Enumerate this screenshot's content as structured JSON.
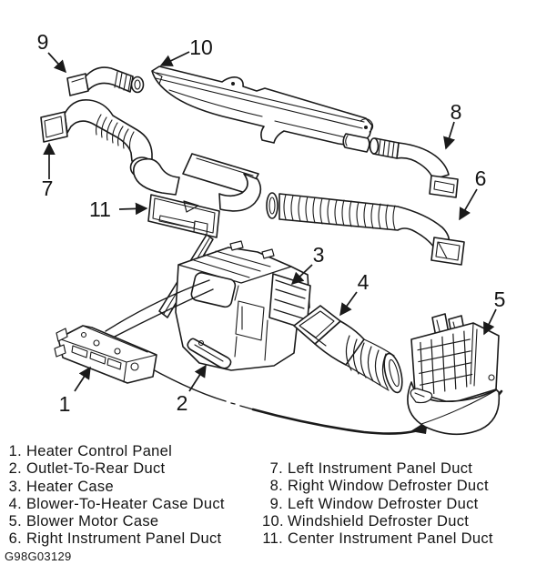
{
  "figure_code": "G98G03129",
  "diagram": {
    "callouts": {
      "c1": "1",
      "c2": "2",
      "c3": "3",
      "c4": "4",
      "c5": "5",
      "c6": "6",
      "c7": "7",
      "c8": "8",
      "c9": "9",
      "c10": "10",
      "c11": "11"
    }
  },
  "legend": {
    "left": [
      {
        "num": "1.",
        "text": "Heater Control Panel"
      },
      {
        "num": "2.",
        "text": "Outlet-To-Rear Duct"
      },
      {
        "num": "3.",
        "text": "Heater Case"
      },
      {
        "num": "4.",
        "text": "Blower-To-Heater Case Duct"
      },
      {
        "num": "5.",
        "text": "Blower Motor Case"
      },
      {
        "num": "6.",
        "text": "Right Instrument Panel Duct"
      }
    ],
    "right": [
      {
        "num": "7.",
        "text": "Left Instrument Panel Duct"
      },
      {
        "num": "8.",
        "text": "Right Window Defroster Duct"
      },
      {
        "num": "9.",
        "text": "Left Window Defroster Duct"
      },
      {
        "num": "10.",
        "text": "Windshield Defroster Duct"
      },
      {
        "num": "11.",
        "text": "Center Instrument Panel Duct"
      }
    ]
  },
  "colors": {
    "ink": "#1a1a1a",
    "paper": "#ffffff"
  }
}
